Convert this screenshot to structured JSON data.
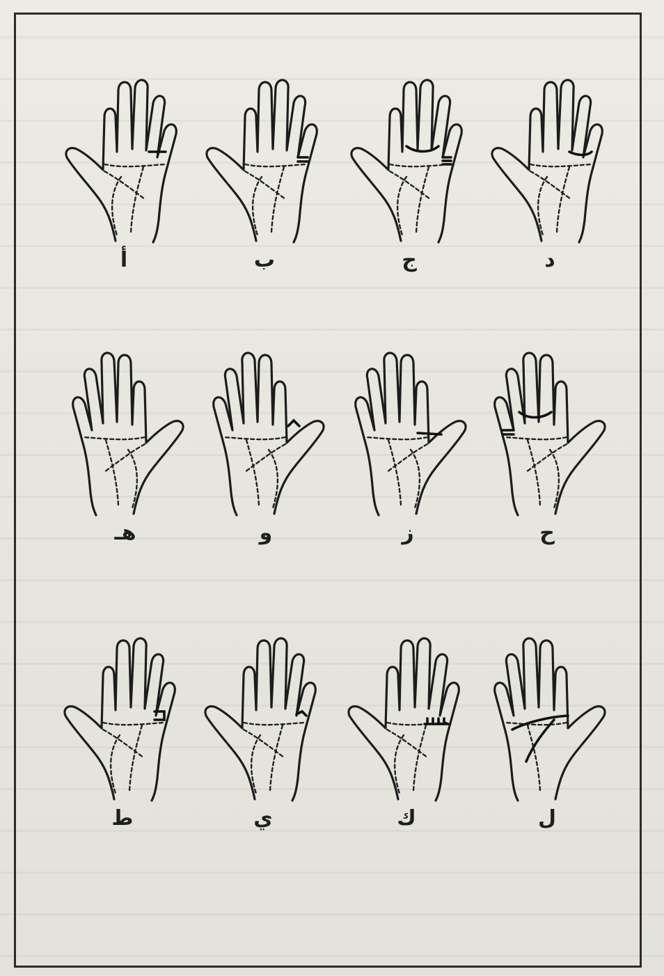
{
  "figure": {
    "rows": [
      {
        "hands": [
          {
            "label": "أ",
            "variant": "a"
          },
          {
            "label": "ب",
            "variant": "b"
          },
          {
            "label": "ج",
            "variant": "c"
          },
          {
            "label": "د",
            "variant": "d"
          }
        ]
      },
      {
        "hands": [
          {
            "label": "هـ",
            "variant": "e"
          },
          {
            "label": "و",
            "variant": "f"
          },
          {
            "label": "ز",
            "variant": "g"
          },
          {
            "label": "ح",
            "variant": "h"
          }
        ]
      },
      {
        "hands": [
          {
            "label": "ط",
            "variant": "i"
          },
          {
            "label": "ي",
            "variant": "j"
          },
          {
            "label": "ك",
            "variant": "k"
          },
          {
            "label": "ل",
            "variant": "l"
          }
        ]
      }
    ]
  }
}
